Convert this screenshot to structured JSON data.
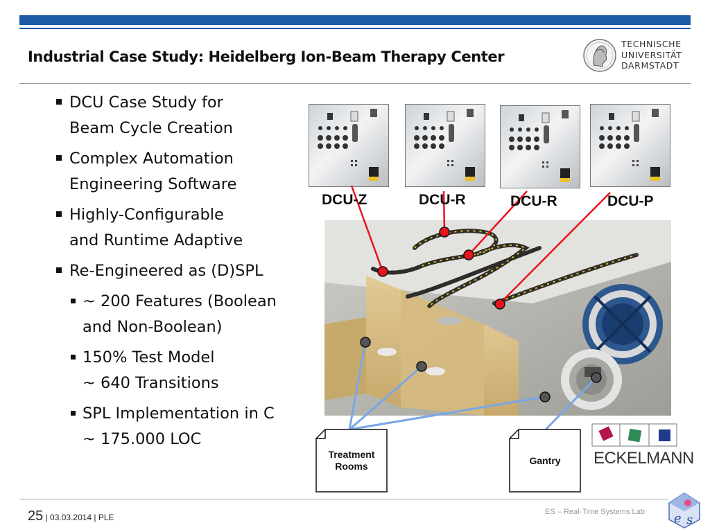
{
  "header": {
    "title": "Industrial Case Study: Heidelberg Ion-Beam Therapy Center",
    "logo_lines": [
      "TECHNISCHE",
      "UNIVERSITÄT",
      "DARMSTADT"
    ]
  },
  "bullets": [
    {
      "level": 1,
      "lines": [
        "DCU Case Study for",
        "Beam Cycle Creation"
      ]
    },
    {
      "level": 1,
      "lines": [
        "Complex Automation",
        "Engineering Software"
      ]
    },
    {
      "level": 1,
      "lines": [
        "Highly-Configurable",
        "and Runtime Adaptive"
      ]
    },
    {
      "level": 1,
      "lines": [
        "Re-Engineered as (D)SPL"
      ]
    },
    {
      "level": 2,
      "lines": [
        "~ 200 Features (Boolean",
        "and Non-Boolean)"
      ]
    },
    {
      "level": 2,
      "lines": [
        "150% Test Model",
        "~ 640 Transitions"
      ]
    },
    {
      "level": 2,
      "lines": [
        "SPL Implementation in C",
        "~ 175.000 LOC"
      ]
    }
  ],
  "dcus": [
    {
      "label": "DCU-Z"
    },
    {
      "label": "DCU-R"
    },
    {
      "label": "DCU-R"
    },
    {
      "label": "DCU-P"
    }
  ],
  "notes": {
    "treatment": "Treatment Rooms",
    "gantry": "Gantry"
  },
  "brand": {
    "eckelmann": "ECKELMANN"
  },
  "footer": {
    "page": "25",
    "meta": " | 03.03.2014  |  PLE",
    "lab": "ES – Real-Time Systems Lab"
  },
  "colors": {
    "accent": "#1c5aa6",
    "dcu_marker": "#e8141c",
    "room_link": "#7aa6e6",
    "eck_red": "#b5164b",
    "eck_green": "#2f8a56",
    "eck_blue": "#1f3c8c"
  }
}
